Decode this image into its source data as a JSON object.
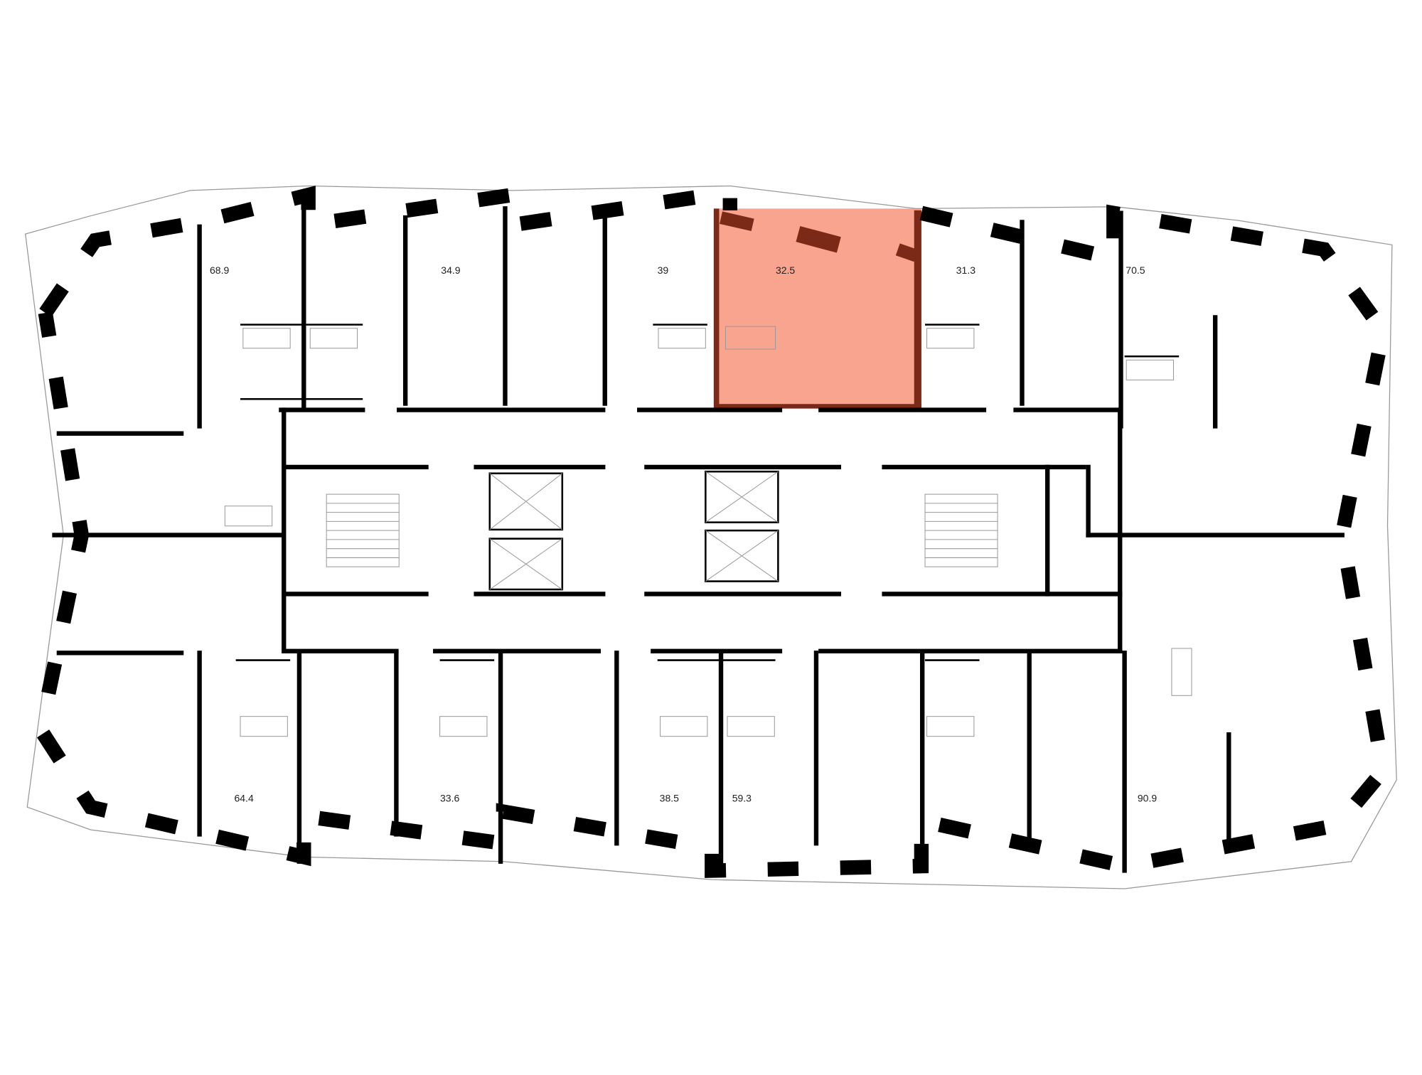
{
  "plan": {
    "highlight_color": "#f9a48f",
    "highlight_wall_color": "#7b2a18",
    "selected_unit": "32.5",
    "units_top": [
      {
        "area": "68.9"
      },
      {
        "area": "34.9"
      },
      {
        "area": "39"
      },
      {
        "area": "32.5"
      },
      {
        "area": "31.3"
      },
      {
        "area": "70.5"
      }
    ],
    "units_bottom": [
      {
        "area": "64.4"
      },
      {
        "area": "33.6"
      },
      {
        "area": "38.5"
      },
      {
        "area": "59.3"
      },
      {
        "area": "90.9"
      }
    ]
  }
}
